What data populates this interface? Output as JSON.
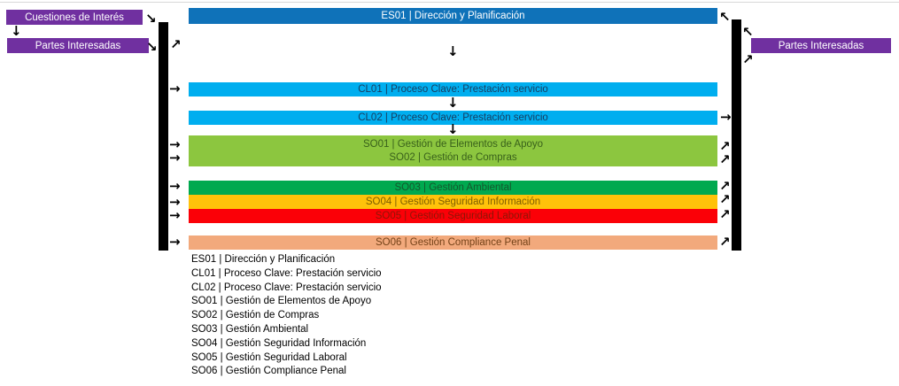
{
  "side_boxes": {
    "cuestiones_interes": {
      "label": "Cuestiones de Interés",
      "bg": "#7030A0",
      "fg": "#FFFFFF"
    },
    "partes_interesadas_left": {
      "label": "Partes Interesadas",
      "bg": "#7030A0",
      "fg": "#FFFFFF"
    },
    "partes_interesadas_right": {
      "label": "Partes Interesadas",
      "bg": "#7030A0",
      "fg": "#FFFFFF"
    }
  },
  "bars": {
    "es01": {
      "code": "ES01",
      "label": "ES01 | Dirección y Planificación",
      "bg": "#0F72B9",
      "fg": "#FFFFFF"
    },
    "cl01": {
      "code": "CL01",
      "label": "CL01 | Proceso Clave: Prestación servicio",
      "bg": "#00AEEF",
      "fg": "#173C5F"
    },
    "cl02": {
      "code": "CL02",
      "label": "CL02 | Proceso Clave: Prestación servicio",
      "bg": "#00AEEF",
      "fg": "#173C5F"
    },
    "so01": {
      "code": "SO01",
      "label": "SO01 | Gestión de Elementos de Apoyo",
      "bg": "#8CC63F",
      "fg": "#39611B"
    },
    "so02": {
      "code": "SO02",
      "label": "SO02 | Gestión de Compras",
      "bg": "#8CC63F",
      "fg": "#39611B"
    },
    "so03": {
      "code": "SO03",
      "label": "SO03 | Gestión Ambiental",
      "bg": "#00A94F",
      "fg": "#14562C"
    },
    "so04": {
      "code": "SO04",
      "label": "SO04 | Gestión Seguridad Información",
      "bg": "#FFC20A",
      "fg": "#7E5E00"
    },
    "so05": {
      "code": "SO05",
      "label": "SO05 | Gestión Seguridad Laboral",
      "bg": "#FB0007",
      "fg": "#8E1507"
    },
    "so06": {
      "code": "SO06",
      "label": "SO06 | Gestión Compliance Penal",
      "bg": "#F2A97C",
      "fg": "#744218"
    }
  },
  "connectors": {
    "flow_bar_color": "#000000"
  },
  "icons": {
    "arrow_down": "↓",
    "arrow_right": "→",
    "arrow_up_right": "↗",
    "arrow_down_right": "↘",
    "arrow_up_left": "↖"
  },
  "legend": {
    "items": [
      "ES01 | Dirección y Planificación",
      "CL01 | Proceso Clave: Prestación servicio",
      "CL02 | Proceso Clave: Prestación servicio",
      "SO01 | Gestión de Elementos de Apoyo",
      "SO02 | Gestión de Compras",
      "SO03 | Gestión Ambiental",
      "SO04 | Gestión Seguridad Información",
      "SO05 | Gestión Seguridad Laboral",
      "SO06 | Gestión Compliance Penal"
    ]
  }
}
